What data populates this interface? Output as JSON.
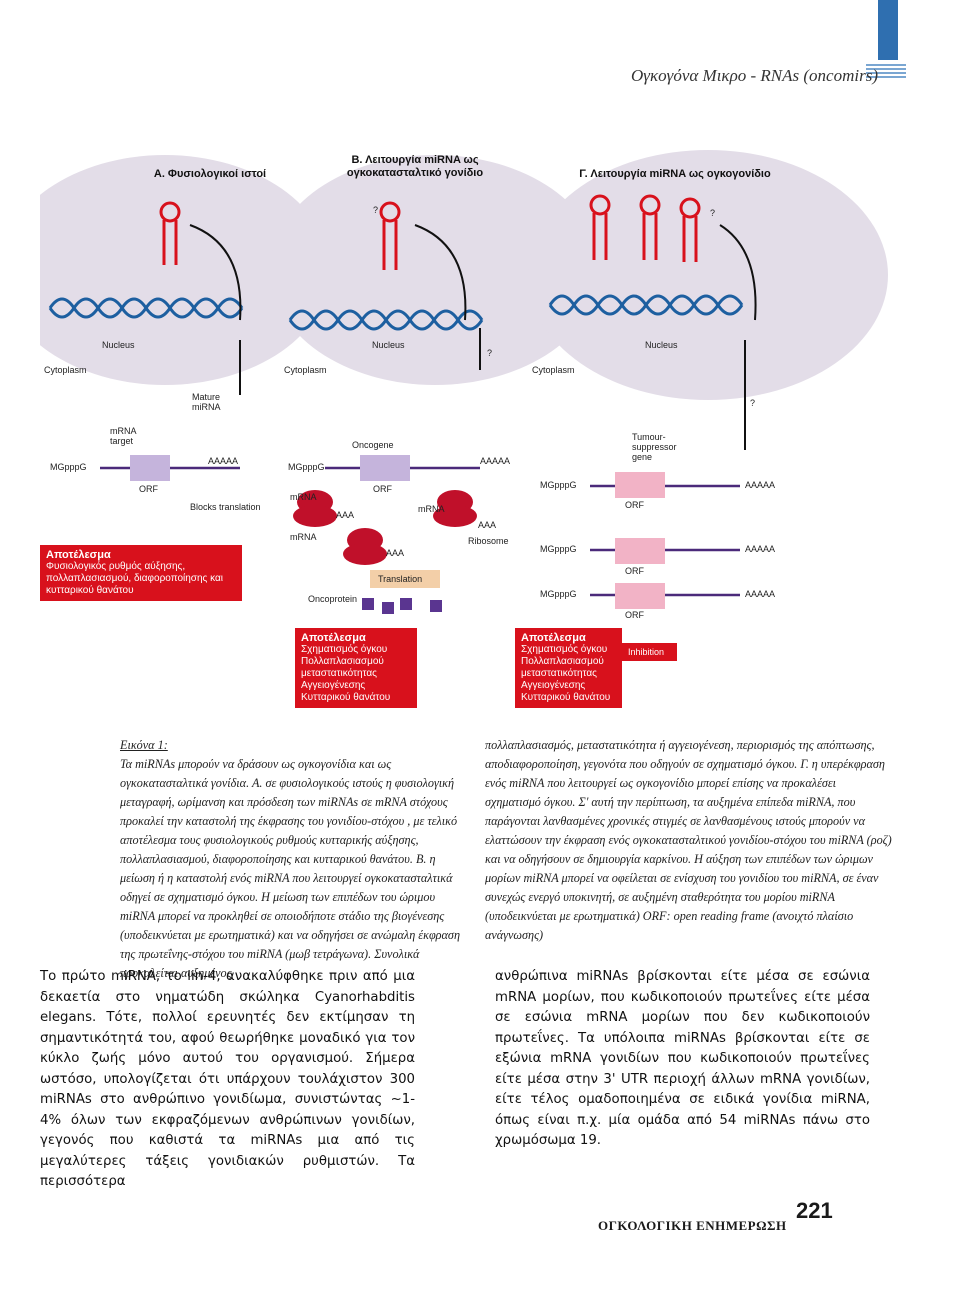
{
  "running_head": "Ογκογόνα Μικρο - RNAs (oncomirs)",
  "figure": {
    "panel_a_title": "Α. Φυσιολογικοί ιστοί",
    "panel_b_title_line1": "Β. Λειτουργία miRNA ως",
    "panel_b_title_line2": "ογκοκατασταλτικό γονίδιο",
    "panel_c_title": "Γ. Λειτουργία miRNA ως ογκογονίδιο",
    "labels": {
      "nucleus": "Nucleus",
      "cytoplasm": "Cytoplasm",
      "mature_mirna_1": "Mature",
      "mature_mirna_2": "miRNA",
      "mrna_target_1": "mRNA",
      "mrna_target_2": "target",
      "mgpppg": "MGpppG",
      "orf": "ORF",
      "aaaaa": "AAAAA",
      "blocks_translation": "Blocks translation",
      "oncogene": "Oncogene",
      "mrna": "mRNA",
      "aaa": "AAA",
      "ribosome": "Ribosome",
      "translation": "Translation",
      "oncoprotein": "Oncoprotein",
      "tumour_suppressor_1": "Tumour-",
      "tumour_suppressor_2": "suppressor",
      "tumour_suppressor_3": "gene",
      "inhibition": "Inhibition",
      "question": "?"
    },
    "result_a": {
      "heading": "Αποτέλεσμα",
      "lines": [
        "Φυσιολογικός ρυθμός αύξησης,",
        "πολλαπλασιασμού, διαφοροποίησης και",
        "κυτταρικού θανάτου"
      ]
    },
    "result_b": {
      "heading": "Αποτέλεσμα",
      "lines": [
        "Σχηματισμός όγκου",
        "Πολλαπλασιασμού",
        "μεταστατικότητας",
        "Αγγειογένεσης",
        "Κυτταρικού θανάτου"
      ]
    },
    "result_c": {
      "heading": "Αποτέλεσμα",
      "lines": [
        "Σχηματισμός όγκου",
        "Πολλαπλασιασμού",
        "μεταστατικότητας",
        "Αγγειογένεσης",
        "Κυτταρικού θανάτου"
      ]
    }
  },
  "caption": {
    "label": "Εικόνα 1:",
    "left": "Τα miRNAs μπορούν να δράσουν ως ογκογονίδια και ως ογκοκατασταλτικά γονίδια. Α. σε φυσιολογικούς ιστούς η φυσιολογική μεταγραφή, ωρίμανση και πρόσδεση των miRNAs σε mRNA στόχους προκαλεί την καταστολή της έκφρασης του γονιδίου-στόχου , με τελικό αποτέλεσμα τους φυσιολογικούς ρυθμούς κυτταρικής αύξησης, πολλαπλασιασμού, διαφοροποίησης και κυτταρικού θανάτου. Β. η μείωση ή η καταστολή ενός miRNA που λειτουργεί ογκοκατασταλτικά οδηγεί σε σχηματισμό όγκου. Η μείωση των επιπέδων του ώριμου miRNA μπορεί να προκληθεί σε οποιοδήποτε στάδιο της βιογένεσης (υποδεικνύεται με ερωτηματικά) και να οδηγήσει σε ανώμαλη έκφραση της πρωτεΐνης-στόχου του miRNA (μωβ τετράγωνα). Συνολικά προκαλείται αυξημένος",
    "right": "πολλαπλασιασμός, μεταστατικότητα ή αγγειογένεση, περιορισμός της απόπτωσης, αποδιαφοροποίηση, γεγονότα που οδηγούν σε σχηματισμό όγκου. Γ. η υπερέκφραση ενός miRNA που λειτουργεί ως ογκογονίδιο μπορεί επίσης να προκαλέσει σχηματισμό όγκου. Σ' αυτή την περίπτωση, τα αυξημένα επίπεδα miRNA, που παράγονται λανθασμένες χρονικές στιγμές σε λανθασμένους ιστούς μπορούν να ελαττώσουν την έκφραση ενός ογκοκατασταλτικού γονιδίου-στόχου του miRNA (ροζ) και να οδηγήσουν σε δημιουργία καρκίνου. Η αύξηση των επιπέδων των ώριμων μορίων miRNA μπορεί να οφείλεται σε ενίσχυση του γονιδίου του miRNA, σε έναν συνεχώς ενεργό υποκινητή, σε αυξημένη σταθερότητα του μορίου miRNA (υποδεικνύεται με ερωτηματικά) ORF: open reading frame (ανοιχτό πλαίσιο ανάγνωσης)"
  },
  "body": {
    "left": "Το πρώτο miRNA, το lin-4, ανακαλύφθηκε πριν από μια δεκαετία στο νηματώδη σκώληκα Cyanorhabditis elegans. Τότε, πολλοί ερευνητές δεν εκτίμησαν τη σημαντικότητά του, αφού θεωρήθηκε μοναδικό για τον κύκλο ζωής μόνο αυτού του οργανισμού. Σήμερα ωστόσο, υπολογίζεται ότι υπάρχουν τουλάχιστον 300 miRNAs στο ανθρώπινο γονιδίωμα, συνιστώντας ~1-4% όλων των εκφραζόμενων ανθρώπινων γονιδίων, γεγονός που καθιστά τα miRNAs μια από τις μεγαλύτερες τάξεις γονιδιακών ρυθμιστών. Τα περισσότερα",
    "right": "ανθρώπινα miRNAs βρίσκονται είτε μέσα σε εσώνια mRNA μορίων, που κωδικοποιούν πρωτεΐνες είτε μέσα σε εσώνια mRNA μορίων που δεν κωδικοποιούν πρωτεΐνες. Τα υπόλοιπα miRNAs βρίσκονται είτε σε εξώνια mRNA γονιδίων που κωδικοποιούν πρωτεΐνες είτε μέσα στην 3' UTR περιοχή άλλων mRNA γονιδίων, είτε τέλος ομαδοποιημένα σε ειδικά γονίδια miRNA, όπως είναι π.χ. μία ομάδα από 54 miRNAs πάνω στο χρωμόσωμα 19."
  },
  "footer": {
    "journal": "ΟΓΚΟΛΟΓΙΚΗ ΕΝΗΜΕΡΩΣΗ",
    "page": "221"
  }
}
